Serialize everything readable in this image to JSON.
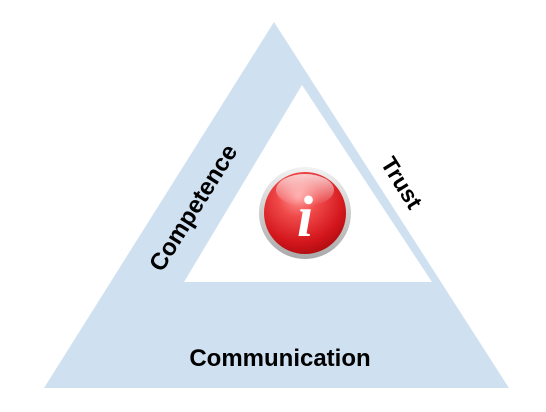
{
  "diagram": {
    "labels": {
      "left": "Competence",
      "right": "Trust",
      "bottom": "Communication"
    },
    "center_icon": {
      "name": "info-icon",
      "glyph": "i"
    },
    "colors": {
      "outer_fill": "#cfe0f1",
      "inner_fill": "#ffffff",
      "icon_red": "#e0262b",
      "icon_highlight": "#ff9a9a",
      "icon_border": "#b8b8b8",
      "text": "#000000"
    }
  }
}
